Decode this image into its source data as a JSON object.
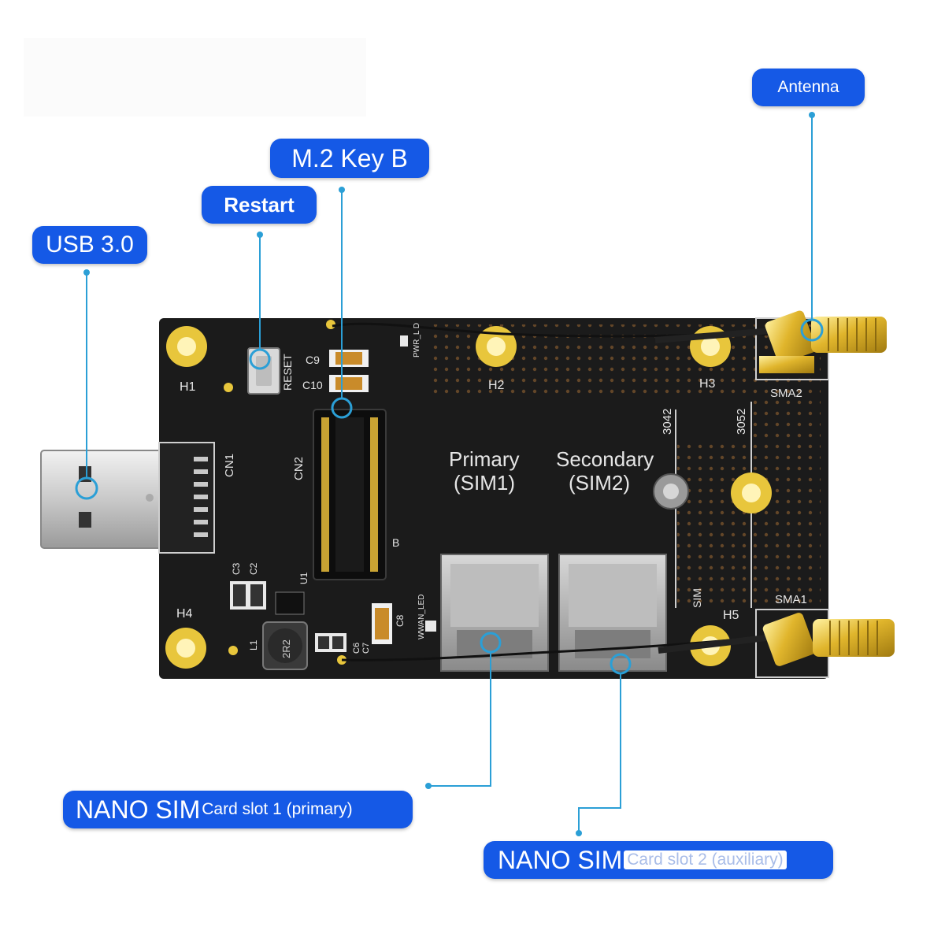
{
  "callouts": {
    "antenna": "Antenna",
    "m2_key_b": "M.2 Key B",
    "restart": "Restart",
    "usb": "USB 3.0",
    "sim1_main": "NANO SIM",
    "sim1_sub": "Card slot 1 (primary)",
    "sim2_main": "NANO SIM",
    "sim2_sub": "Card slot 2 (auxiliary)"
  },
  "board": {
    "h1": "H1",
    "h2": "H2",
    "h3": "H3",
    "h4": "H4",
    "h5": "H5",
    "reset": "RESET",
    "c9": "C9",
    "c10": "C10",
    "cn1": "CN1",
    "cn2": "CN2",
    "primary_line1": "Primary",
    "primary_line2": "(SIM1)",
    "secondary_line1": "Secondary",
    "secondary_line2": "(SIM2)",
    "sma1": "SMA1",
    "sma2": "SMA2",
    "mark_3042": "3042",
    "mark_3052": "3052",
    "sim_mark": "SIM",
    "l1": "L1",
    "r2": "2R2",
    "b_mark": "B",
    "wwan_led": "WWAN_LED",
    "pwr_led": "PWR_L D",
    "c8": "C8",
    "c3": "C3",
    "c2": "C2",
    "u1": "U1",
    "c6": "C6",
    "c7": "C7"
  },
  "colors": {
    "callout_blue": "#1559e6",
    "leader_blue": "#2b9fd6",
    "pcb": "#1b1b1b",
    "gold": "#e6c23a"
  }
}
